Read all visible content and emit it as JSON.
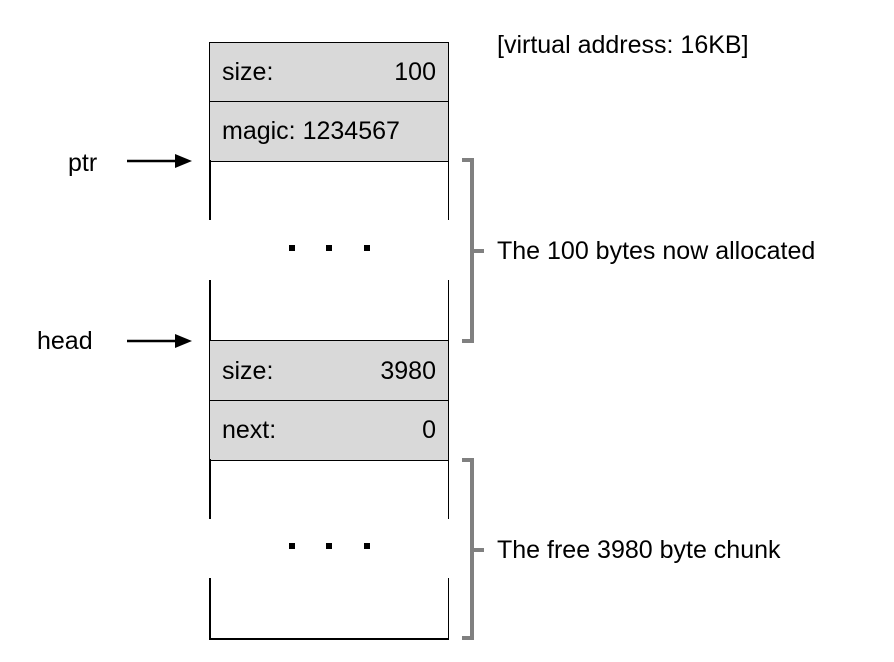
{
  "address_label": "[virtual address: 16KB]",
  "header_cells": {
    "size_key": "size:",
    "size_value": "100",
    "magic_key": "magic:",
    "magic_value": "1234567"
  },
  "free_cells": {
    "size_key": "size:",
    "size_value": "3980",
    "next_key": "next:",
    "next_value": "0"
  },
  "pointers": {
    "ptr": "ptr",
    "head": "head"
  },
  "braces": {
    "allocated": "The 100 bytes now allocated",
    "free": "The free 3980 byte chunk"
  },
  "colors": {
    "cell_fill": "#d9d9d9",
    "brace": "#808080"
  }
}
